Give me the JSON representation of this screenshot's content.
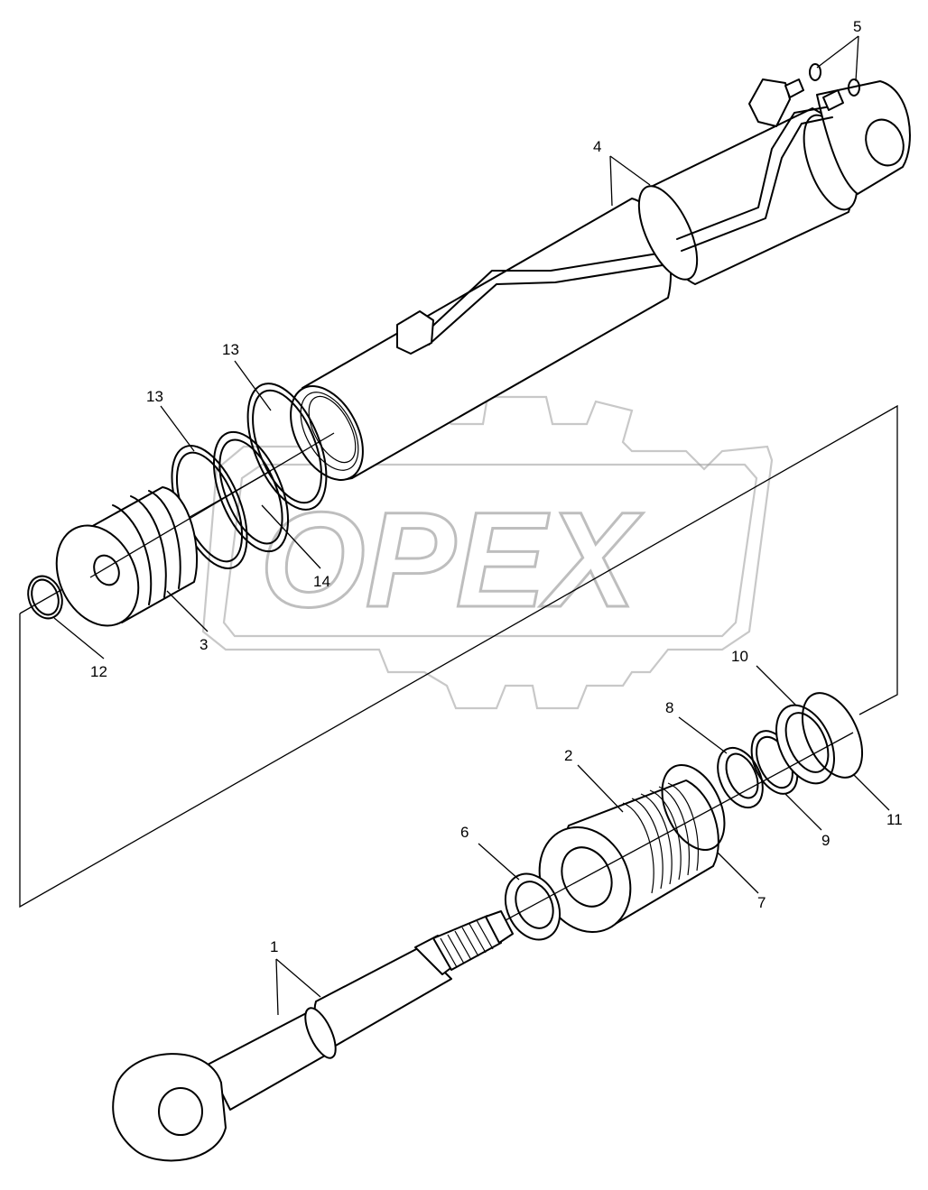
{
  "watermark": {
    "text": "OPEX"
  },
  "callouts": [
    {
      "id": "1",
      "label": "1"
    },
    {
      "id": "2",
      "label": "2"
    },
    {
      "id": "3",
      "label": "3"
    },
    {
      "id": "4",
      "label": "4"
    },
    {
      "id": "5",
      "label": "5"
    },
    {
      "id": "6",
      "label": "6"
    },
    {
      "id": "7",
      "label": "7"
    },
    {
      "id": "8",
      "label": "8"
    },
    {
      "id": "9",
      "label": "9"
    },
    {
      "id": "10",
      "label": "10"
    },
    {
      "id": "11",
      "label": "11"
    },
    {
      "id": "12",
      "label": "12"
    },
    {
      "id": "13a",
      "label": "13"
    },
    {
      "id": "13b",
      "label": "13"
    },
    {
      "id": "14",
      "label": "14"
    }
  ]
}
